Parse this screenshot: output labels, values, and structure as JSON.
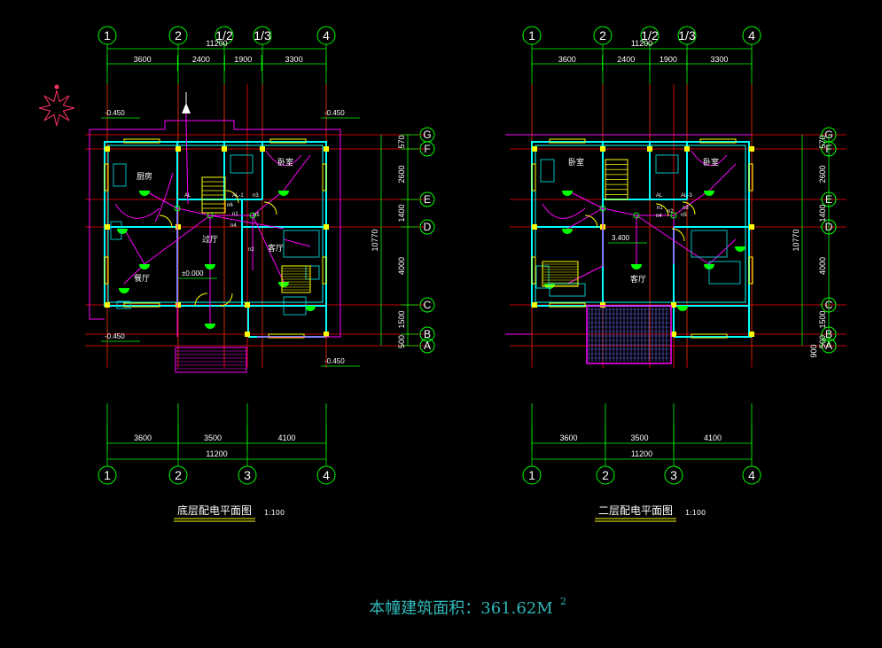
{
  "colors": {
    "background": "#000000",
    "wall": "#00ffff",
    "dimension": "#00ff00",
    "axis": "#ff0000",
    "wiring": "#ff00ff",
    "text": "#ffffff",
    "window": "#ffff00",
    "area_text": "#2fb8b8"
  },
  "plans": [
    {
      "id": "ground",
      "title": "底层配电平面图",
      "scale": "1:100",
      "top_axes": [
        "1",
        "2",
        "1/2",
        "1/3",
        "4"
      ],
      "top_total": "11200",
      "top_dims": [
        "3600",
        "2400",
        "1900",
        "3300"
      ],
      "bottom_dims": [
        "3600",
        "3500",
        "4100"
      ],
      "bottom_total": "11200",
      "bottom_axes": [
        "1",
        "2",
        "3",
        "4"
      ],
      "right_axes": [
        "G",
        "F",
        "E",
        "D",
        "C",
        "B",
        "A"
      ],
      "right_dims": [
        "570",
        "2600",
        "1400",
        "4000",
        "1500",
        "500"
      ],
      "right_total": "10770",
      "rooms": [
        "厨房",
        "卧室",
        "过厅",
        "客厅",
        "餐厅"
      ],
      "elevations": [
        "-0.450",
        "-0.450",
        "±0.000",
        "-0.450",
        "-0.450"
      ],
      "tags": [
        "AL",
        "AL-1",
        "n1",
        "n2",
        "n3",
        "n4",
        "n5",
        "n6"
      ]
    },
    {
      "id": "second",
      "title": "二层配电平面图",
      "scale": "1:100",
      "top_axes": [
        "1",
        "2",
        "1/2",
        "1/3",
        "4"
      ],
      "top_total": "11200",
      "top_dims": [
        "3600",
        "2400",
        "1900",
        "3300"
      ],
      "bottom_dims": [
        "3600",
        "3500",
        "4100"
      ],
      "bottom_total": "11200",
      "bottom_axes": [
        "1",
        "2",
        "3",
        "4"
      ],
      "right_axes": [
        "G",
        "F",
        "E",
        "D",
        "C",
        "B",
        "A"
      ],
      "right_dims": [
        "570",
        "2600",
        "1400",
        "4000",
        "1500",
        "500"
      ],
      "right_extra": "900",
      "right_total": "10770",
      "rooms": [
        "卧室",
        "卧室",
        "客厅"
      ],
      "elevations": [
        "3.400"
      ],
      "tags": [
        "AL",
        "AL-3",
        "n1",
        "n2",
        "n3",
        "n4",
        "n5"
      ]
    }
  ],
  "area_label": "本幢建筑面积：361.62M",
  "area_superscript": "2"
}
